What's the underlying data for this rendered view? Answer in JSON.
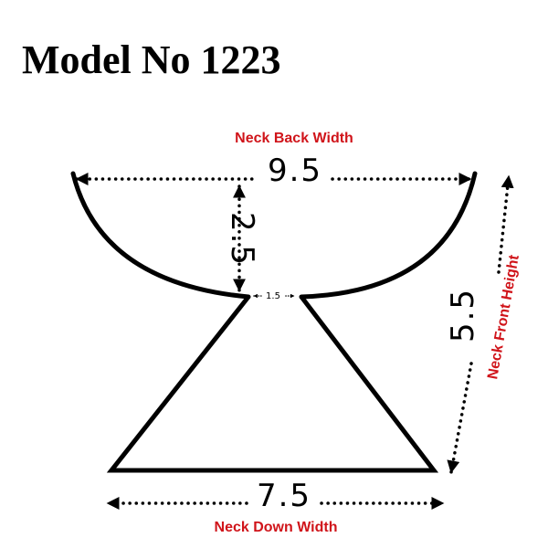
{
  "title": "Model No 1223",
  "colors": {
    "outline": "#000000",
    "label": "#d0141a"
  },
  "labels": {
    "neck_back_width": "Neck Back Width",
    "neck_front_height": "Neck Front Height",
    "neck_down_width": "Neck Down Width"
  },
  "measurements": {
    "neck_back_width": "9.5",
    "back_depth": "2.5",
    "neck_gap": "1.5",
    "neck_front_height": "5.5",
    "neck_down_width": "7.5"
  }
}
